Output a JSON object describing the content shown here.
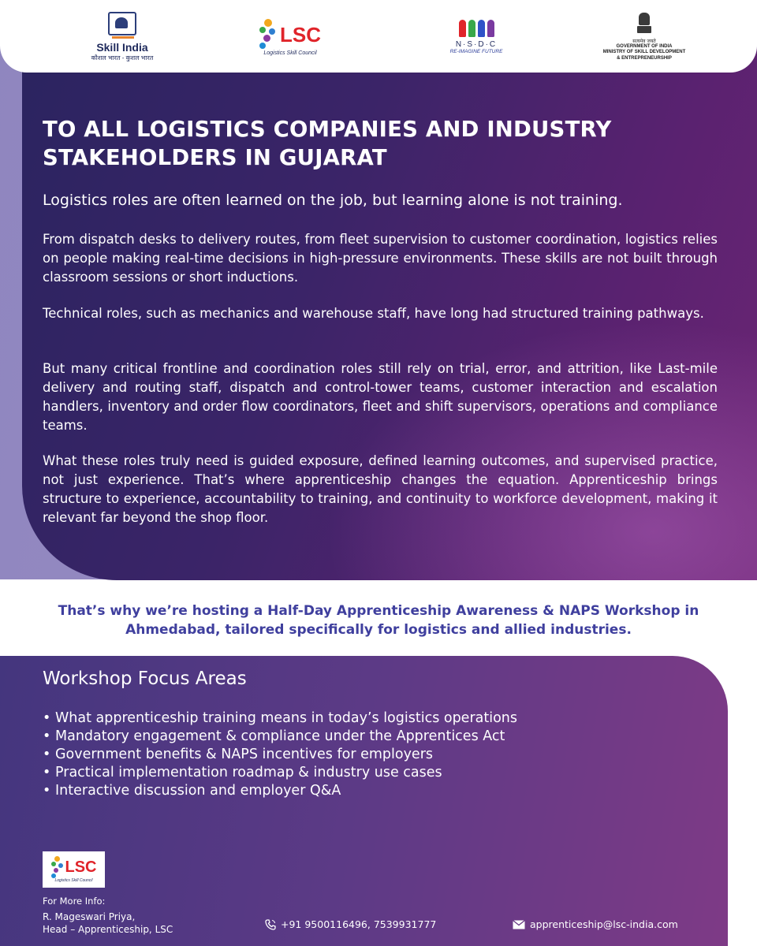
{
  "logos": {
    "skill_india": {
      "name": "Skill India",
      "subtitle": "कौशल भारत - कुशल भारत"
    },
    "lsc": {
      "name": "LSC",
      "subtitle": "Logistics Skill Council"
    },
    "nsdc": {
      "name": "N·S·D·C",
      "tagline": "RE-IMAGINE FUTURE"
    },
    "government": {
      "motto": "सत्यमेव जयते",
      "line1": "GOVERNMENT OF INDIA",
      "line2": "MINISTRY OF SKILL DEVELOPMENT",
      "line3": "& ENTREPRENEURSHIP"
    }
  },
  "header": {
    "title_line1": "TO ALL LOGISTICS COMPANIES AND INDUSTRY",
    "title_line2": "STAKEHOLDERS IN GUJARAT"
  },
  "body": {
    "lead": "Logistics roles are often learned on the job, but learning alone is not training.",
    "paragraphs": [
      "From dispatch desks to delivery routes, from fleet supervision to customer coordination, logistics relies on people making real-time decisions in high-pressure environments. These skills are not built through classroom sessions or short inductions.",
      "Technical roles, such as mechanics and warehouse staff, have long had structured training pathways.",
      "But many critical frontline and coordination roles still rely on trial, error, and attrition, like Last-mile delivery and routing staff, dispatch and control-tower teams, customer interaction and escalation handlers, inventory and order flow coordinators, fleet and shift supervisors, operations and compliance teams.",
      "What these roles truly need is guided exposure, defined learning outcomes, and supervised practice, not just experience. That’s where apprenticeship changes the equation. Apprenticeship brings structure to experience, accountability to training, and continuity to workforce development, making it relevant far beyond the shop floor."
    ]
  },
  "highlight": "That’s why we’re hosting a Half-Day Apprenticeship Awareness & NAPS Workshop in Ahmedabad, tailored specifically for logistics and allied industries.",
  "focus": {
    "title": "Workshop Focus Areas",
    "bullet": "•",
    "items": [
      "What apprenticeship training means in today’s logistics operations",
      "Mandatory engagement & compliance under the Apprentices Act",
      "Government benefits & NAPS incentives for employers",
      "Practical implementation roadmap & industry use cases",
      "Interactive discussion and employer Q&A"
    ]
  },
  "footer": {
    "info_label": "For More Info:",
    "contact_name": "R. Mageswari Priya,",
    "contact_role": "Head – Apprenticeship, LSC",
    "phone": "+91 9500116496, 7539931777",
    "email": "apprenticeship@lsc-india.com"
  },
  "colors": {
    "panel_dark": "#2b2460",
    "panel_magenta": "#6c2574",
    "highlight_text": "#3f3f9e",
    "lsc_red": "#e0242a"
  }
}
